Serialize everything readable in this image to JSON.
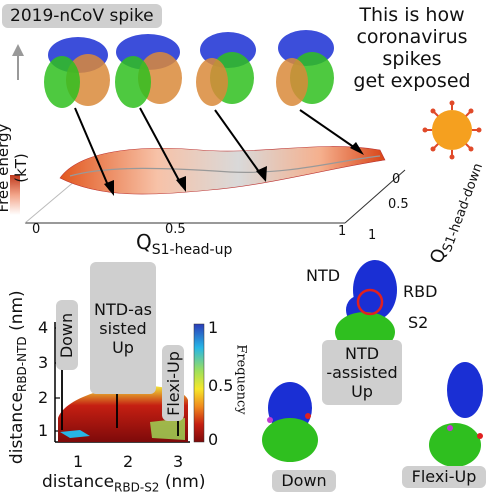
{
  "header": {
    "title": "2019-nCoV spike"
  },
  "headline": [
    "This is how",
    "coronavirus",
    "spikes",
    "get exposed"
  ],
  "energy_plot": {
    "zlabel": "Free energy (kT)",
    "x_ticks": [
      "0",
      "0.5",
      "1"
    ],
    "x_label_main": "Q",
    "x_label_sub": "S1-head-up",
    "y_ticks": [
      "0",
      "0.5",
      "1"
    ],
    "y_label_main": "Q",
    "y_label_sub": "S1-head-down"
  },
  "heatmap": {
    "ylabel_main": "distance",
    "ylabel_sub": "RBD-NTD",
    "ylabel_unit": " (nm)",
    "xlabel_main": "distance",
    "xlabel_sub": "RBD-S2",
    "xlabel_unit": " (nm)",
    "y_ticks": [
      "4",
      "3",
      "2",
      "1"
    ],
    "x_ticks": [
      "1",
      "2",
      "3"
    ],
    "colorbar_label": "Frequency",
    "colorbar_ticks": [
      "1",
      "0.5",
      "0"
    ],
    "colorbar_colors": [
      "#2b3cb8",
      "#27b6e6",
      "#9fe05a",
      "#f6e72a",
      "#f08a1e",
      "#c51f12",
      "#7d0a0a"
    ]
  },
  "state_labels": {
    "down": "Down",
    "ntd_assisted": [
      "NTD-assisted",
      "Up"
    ],
    "flexi_up": "Flexi-Up",
    "ntd_assisted_bottom": [
      "NTD",
      "-assisted",
      "Up"
    ],
    "down_bottom": "Down",
    "flexi_up_bottom": "Flexi-Up"
  },
  "domain_labels": {
    "ntd": "NTD",
    "rbd": "RBD",
    "s2": "S2"
  },
  "colors": {
    "rbd_blue": "#1a2fd4",
    "s2_green": "#2fbf1f",
    "orange_chain": "#d98a3a",
    "virus": "#f5a01f",
    "circle": "#e02020"
  }
}
